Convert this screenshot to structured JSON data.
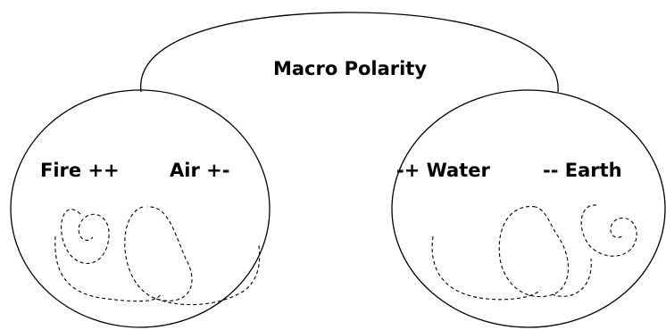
{
  "diagram": {
    "title": "Macro Polarity",
    "left_group": {
      "label_a": "Fire ++",
      "label_b": "Air +-"
    },
    "right_group": {
      "label_a": "-+ Water",
      "label_b": "-- Earth"
    }
  },
  "colors": {
    "background": "#ffffff",
    "ink": "#000000"
  }
}
